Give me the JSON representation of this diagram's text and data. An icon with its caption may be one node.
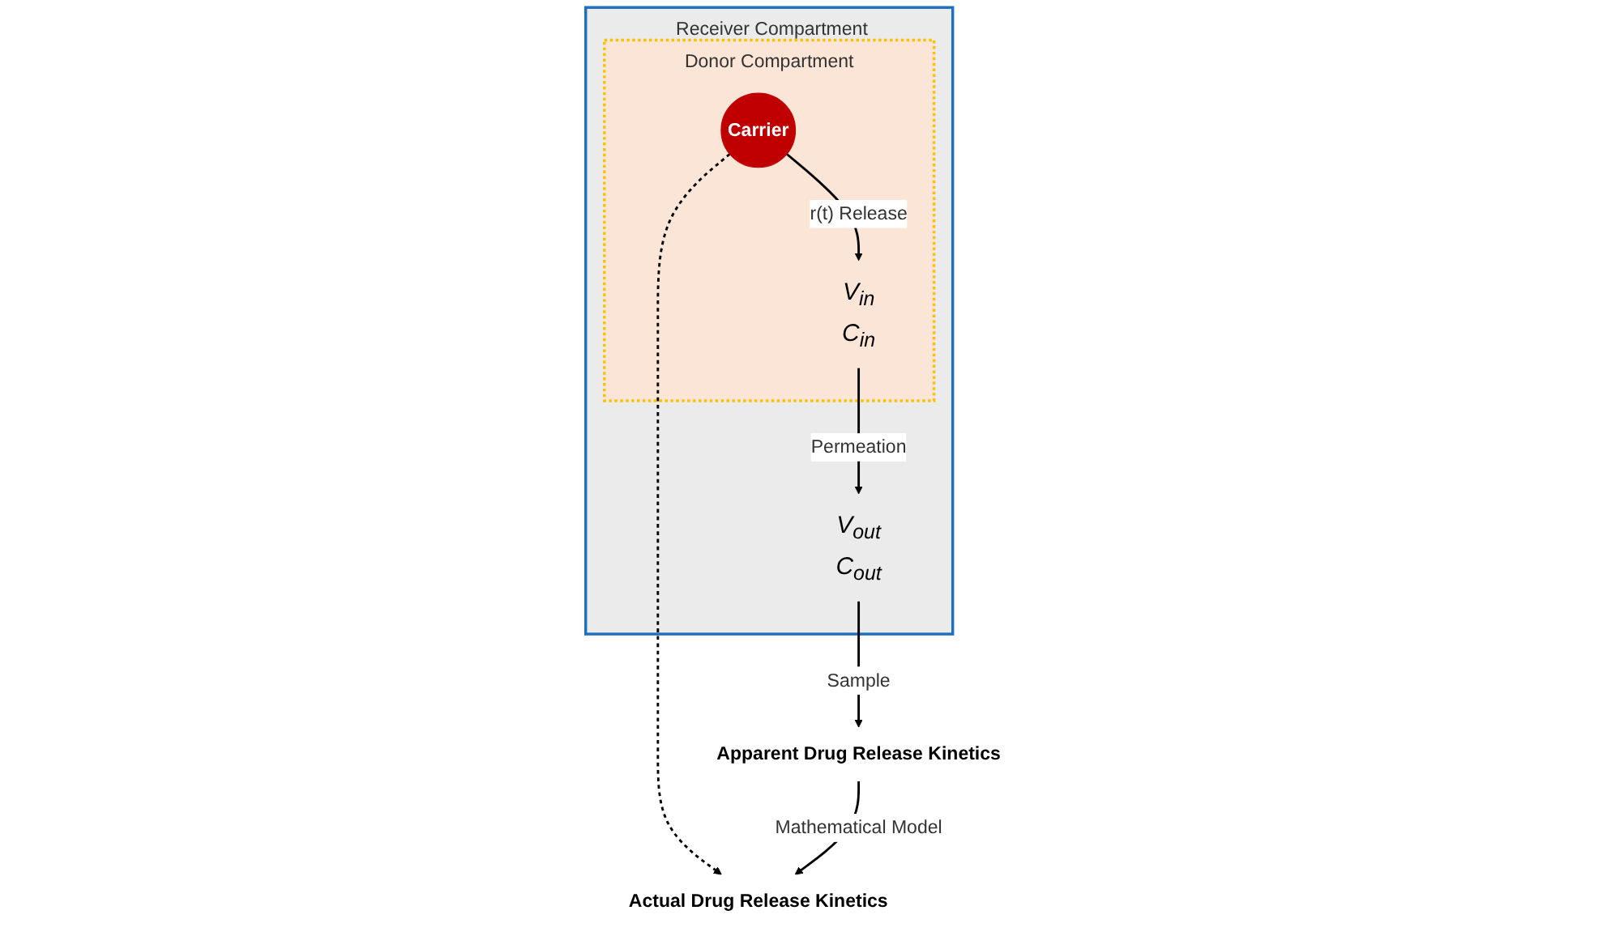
{
  "diagram": {
    "nodes": [
      {
        "text": [
          "Receiver Compartment"
        ]
      },
      {
        "text": [
          "Donor Compartment"
        ],
        "in": 0
      },
      {
        "text": [
          "Carrier"
        ],
        "in": 1
      },
      {
        "text": [
          "V$_{in}$",
          "C$_{in}$"
        ],
        "in": 1
      },
      {
        "text": [
          "V$_{out}$",
          "C$_{out}$"
        ],
        "in": 0
      },
      {
        "text": [
          "Actual Drug Release Kinetics"
        ]
      },
      {
        "text": [
          "Apparent Drug Release Kinetics"
        ]
      }
    ],
    "edges": [
      {
        "from": 2,
        "to": 3,
        "arrow": "to",
        "label": "r(t) Release"
      },
      {
        "from": 3,
        "to": 4,
        "arrow": "to",
        "label": "Permeation"
      },
      {
        "from": 4,
        "to": 6,
        "arrow": "to",
        "label": "Sample"
      },
      {
        "from": 2,
        "to": 5,
        "arrow": "to",
        "style": "dashed"
      },
      {
        "from": 6,
        "to": 5,
        "arrow": "to",
        "label": "Mathematical Model"
      }
    ]
  }
}
